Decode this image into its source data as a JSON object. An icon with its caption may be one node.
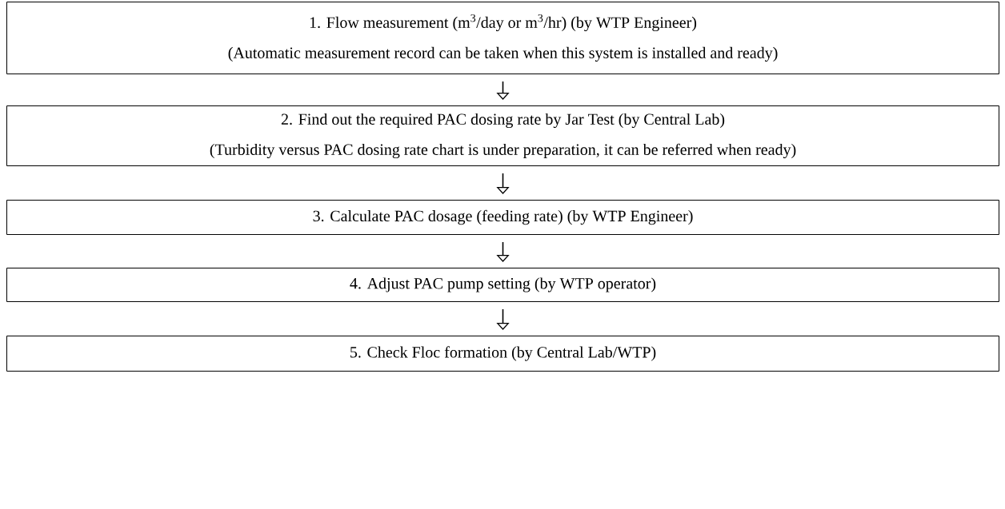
{
  "diagram": {
    "nodes": [
      {
        "text": [
          "1. Flow measurement (m$^{3}$/day or m$^{3}$/hr) (by WTP Engineer)",
          "(Automatic measurement record can be taken when this system is installed and ready)"
        ]
      },
      {
        "text": [
          "2. Find out the required PAC dosing rate by Jar Test (by Central Lab)",
          "(Turbidity versus PAC dosing rate chart is under preparation, it can be referred when ready)"
        ]
      },
      {
        "text": [
          "3. Calculate PAC dosage (feeding rate) (by WTP Engineer)"
        ]
      },
      {
        "text": [
          "4. Adjust PAC pump setting (by WTP operator)"
        ]
      },
      {
        "text": [
          "5. Check Floc formation (by Central Lab/WTP)"
        ]
      }
    ],
    "edges": [
      {
        "from": 0,
        "to": 1,
        "arrow": "to"
      },
      {
        "from": 1,
        "to": 2,
        "arrow": "to"
      },
      {
        "from": 2,
        "to": 3,
        "arrow": "to"
      },
      {
        "from": 3,
        "to": 4,
        "arrow": "to"
      }
    ]
  }
}
